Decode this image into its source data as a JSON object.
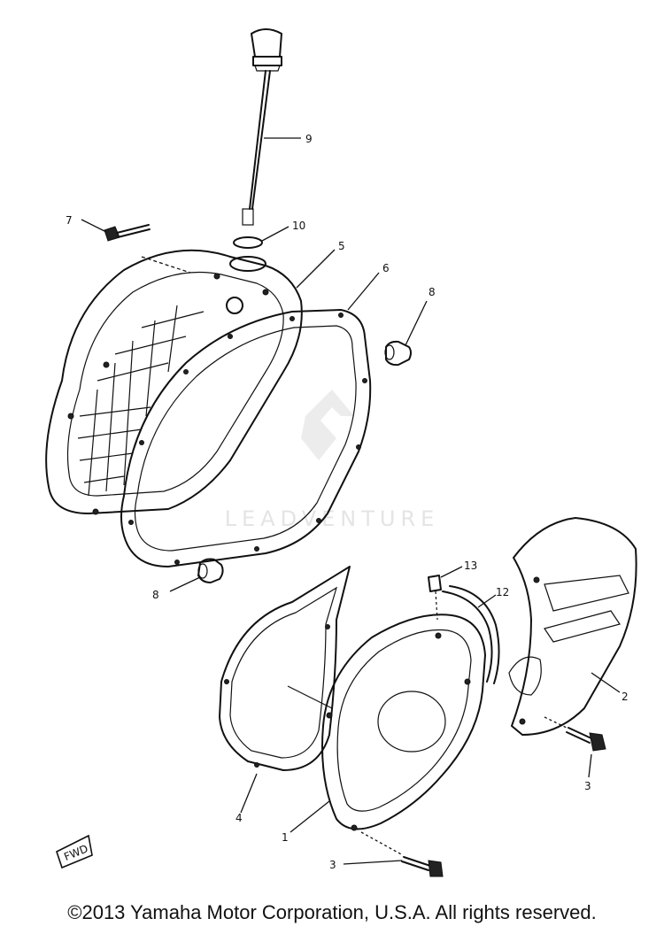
{
  "watermark": {
    "text": "LEADVENTURE"
  },
  "callouts": [
    {
      "id": "c9",
      "label": "9"
    },
    {
      "id": "c7",
      "label": "7"
    },
    {
      "id": "c10",
      "label": "10"
    },
    {
      "id": "c5",
      "label": "5"
    },
    {
      "id": "c6",
      "label": "6"
    },
    {
      "id": "c8a",
      "label": "8"
    },
    {
      "id": "c8b",
      "label": "8"
    },
    {
      "id": "c13",
      "label": "13"
    },
    {
      "id": "c12",
      "label": "12"
    },
    {
      "id": "c2",
      "label": "2"
    },
    {
      "id": "c3a",
      "label": "3"
    },
    {
      "id": "c4",
      "label": "4"
    },
    {
      "id": "c1",
      "label": "1"
    },
    {
      "id": "c3b",
      "label": "3"
    }
  ],
  "direction_tag": {
    "label": "FWD"
  },
  "footer": {
    "copyright": "©2013 Yamaha Motor Corporation, U.S.A. All rights reserved."
  }
}
